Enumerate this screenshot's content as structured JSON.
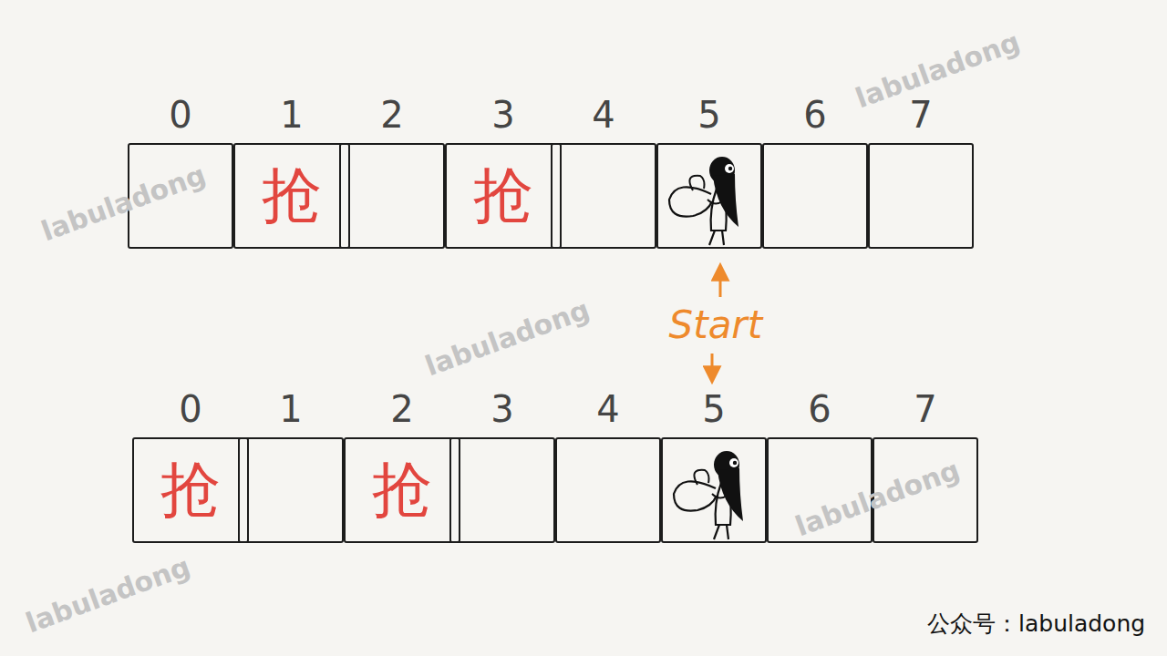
{
  "diagram": {
    "nodes": [
      {
        "text": [
          "0"
        ]
      },
      {
        "text": [
          "1",
          "抢"
        ]
      },
      {
        "text": [
          "2"
        ]
      },
      {
        "text": [
          "3",
          "抢"
        ]
      },
      {
        "text": [
          "4"
        ]
      },
      {
        "text": [
          "5"
        ]
      },
      {
        "text": [
          "6"
        ]
      },
      {
        "text": [
          "7"
        ]
      },
      {
        "text": [
          "0",
          "抢"
        ]
      },
      {
        "text": [
          "1"
        ]
      },
      {
        "text": [
          "2",
          "抢"
        ]
      },
      {
        "text": [
          "3"
        ]
      },
      {
        "text": [
          "4"
        ]
      },
      {
        "text": [
          "5"
        ]
      },
      {
        "text": [
          "6"
        ]
      },
      {
        "text": [
          "7"
        ]
      }
    ],
    "labels": [
      "Start",
      "labuladong",
      "labuladong",
      "labuladong",
      "labuladong",
      "labuladong",
      "公众号：labuladong"
    ]
  }
}
